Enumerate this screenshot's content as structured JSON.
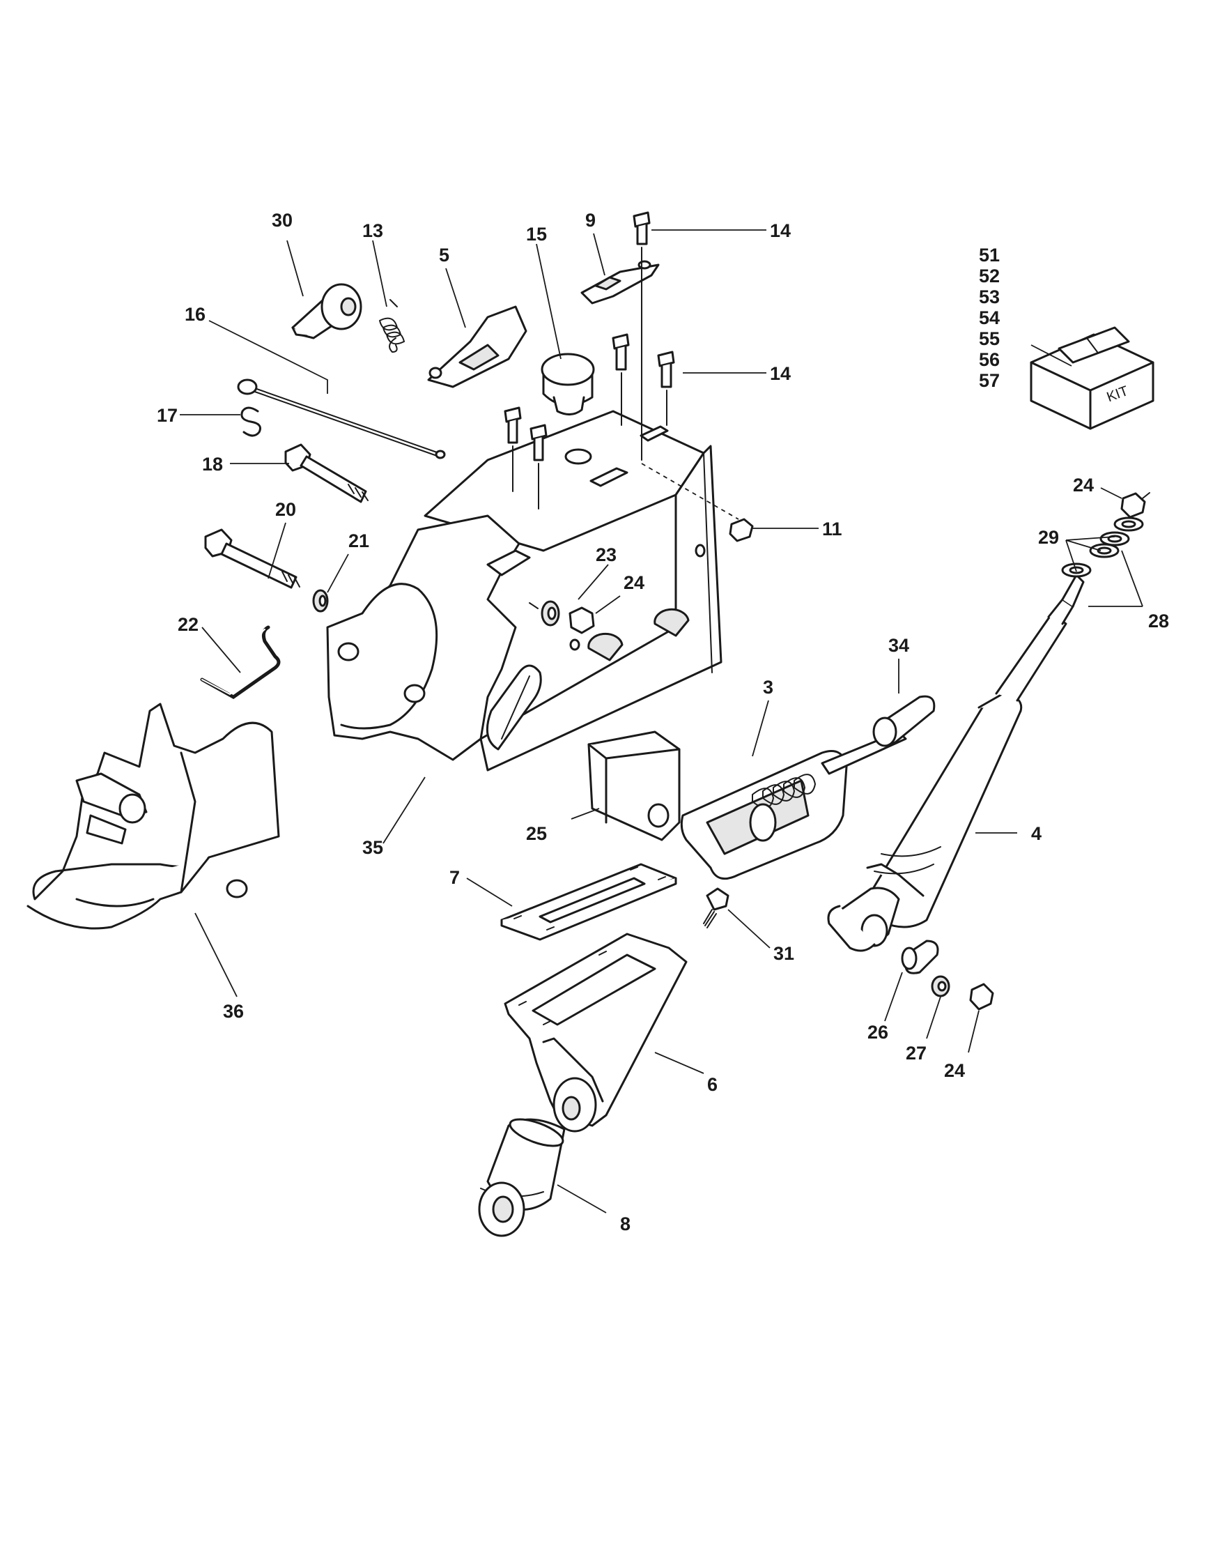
{
  "callouts": {
    "c30": "30",
    "c13": "13",
    "c5": "5",
    "c15": "15",
    "c9": "9",
    "c14a": "14",
    "c14b": "14",
    "c16": "16",
    "c17": "17",
    "c18": "18",
    "c20": "20",
    "c21": "21",
    "c22": "22",
    "c23": "23",
    "c24a": "24",
    "c24b": "24",
    "c24c": "24",
    "c11": "11",
    "c29": "29",
    "c28": "28",
    "c34": "34",
    "c3": "3",
    "c4": "4",
    "c25": "25",
    "c35": "35",
    "c36": "36",
    "c7": "7",
    "c31": "31",
    "c6": "6",
    "c26": "26",
    "c27": "27",
    "c8": "8"
  },
  "kit": {
    "numbers": [
      "51",
      "52",
      "53",
      "54",
      "55",
      "56",
      "57"
    ],
    "box_label": "KIT"
  },
  "colors": {
    "line": "#1a1a1a",
    "fill": "#ffffff",
    "shade": "#e6e6e6",
    "dark": "#4a4a4a"
  }
}
